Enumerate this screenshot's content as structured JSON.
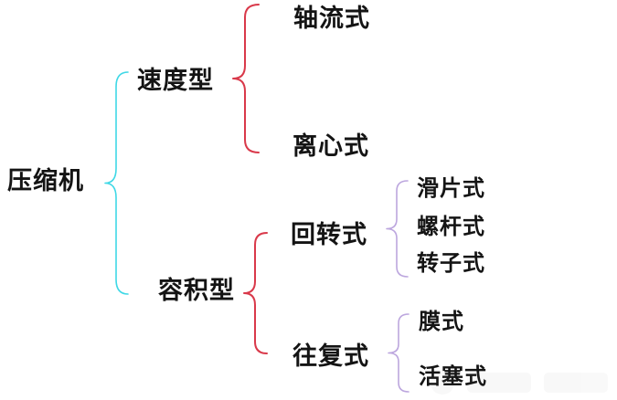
{
  "diagram": {
    "root_label": "压缩机",
    "branches": [
      {
        "label": "速度型",
        "children": [
          {
            "label": "轴流式"
          },
          {
            "label": "离心式"
          }
        ]
      },
      {
        "label": "容积型",
        "children": [
          {
            "label": "回转式",
            "children": [
              {
                "label": "滑片式"
              },
              {
                "label": "螺杆式"
              },
              {
                "label": "转子式"
              }
            ]
          },
          {
            "label": "往复式",
            "children": [
              {
                "label": "膜式"
              },
              {
                "label": "活塞式"
              }
            ]
          }
        ]
      }
    ],
    "colors": {
      "root_brace": "#3FD8E6",
      "branch_brace": "#D9394A",
      "leaf_brace": "#BCA6DE",
      "text": "#141414",
      "background": "#FFFFFF"
    }
  }
}
